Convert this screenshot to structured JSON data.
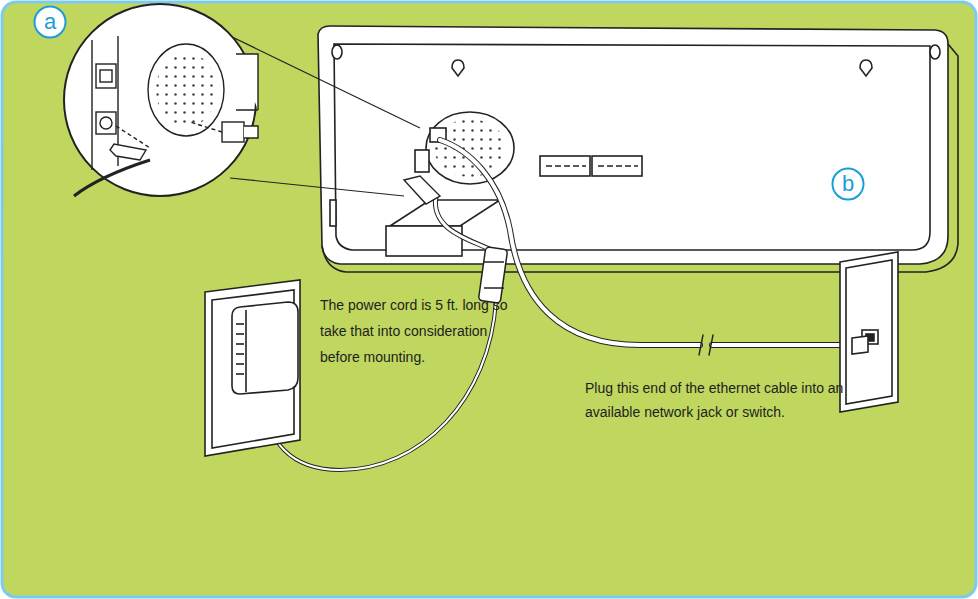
{
  "diagram": {
    "nodes": [
      {
        "text": [
          "a"
        ]
      },
      {
        "text": [
          "b"
        ]
      }
    ],
    "labels": [
      "The power cord is 5 ft. long so take that into consideration before mounting.",
      "Plug this end of the ethernet cable into an available network jack or switch."
    ]
  }
}
